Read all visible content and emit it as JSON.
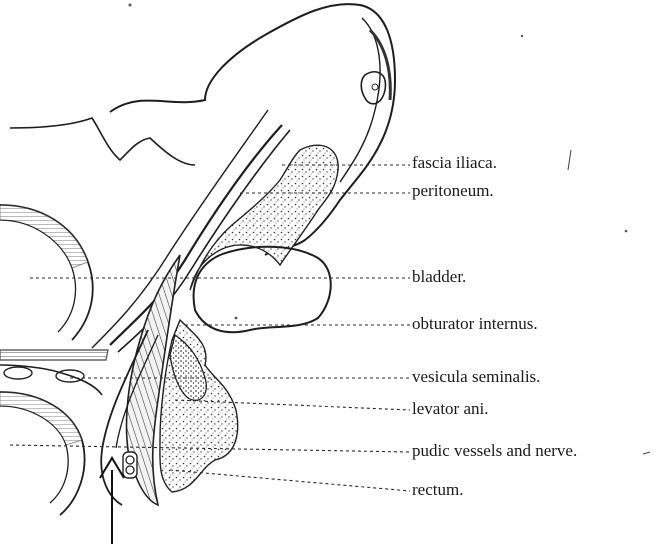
{
  "figure": {
    "labels": [
      {
        "id": "fascia-iliaca",
        "text": "fascia iliaca."
      },
      {
        "id": "peritoneum",
        "text": "peritoneum."
      },
      {
        "id": "bladder",
        "text": "bladder."
      },
      {
        "id": "obturator-internus",
        "text": "obturator internus."
      },
      {
        "id": "vesicula-seminalis",
        "text": "vesicula seminalis."
      },
      {
        "id": "levator-ani",
        "text": "levator ani."
      },
      {
        "id": "pudic-vessels",
        "text": "pudic vessels and nerve."
      },
      {
        "id": "rectum",
        "text": "rectum."
      }
    ]
  }
}
